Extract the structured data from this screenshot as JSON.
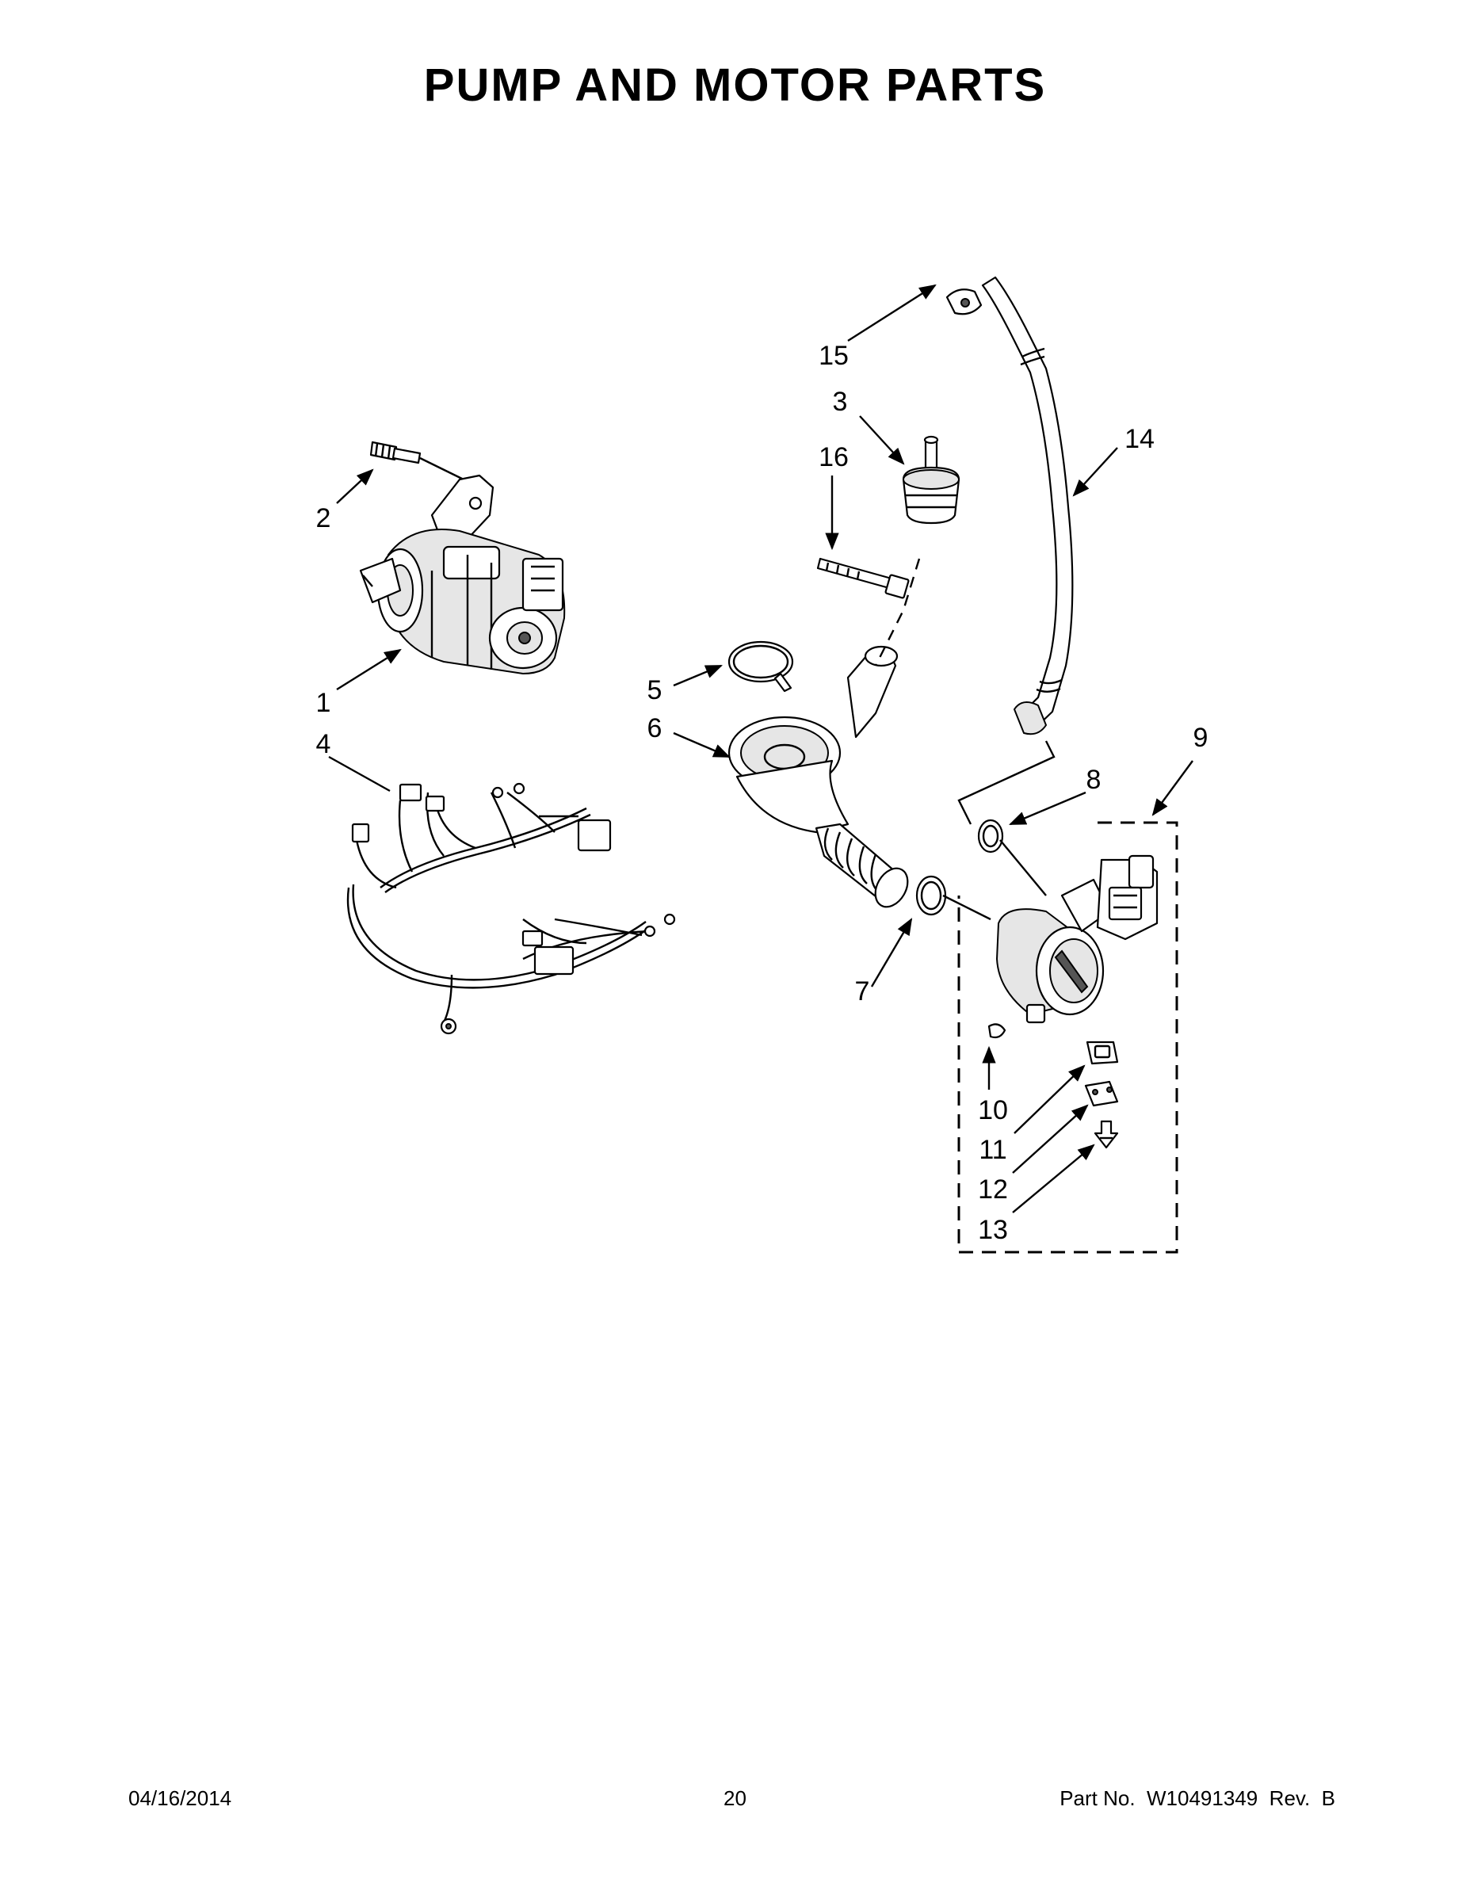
{
  "header": {
    "title": "PUMP AND MOTOR PARTS"
  },
  "callouts": [
    {
      "id": "c1",
      "label": "1"
    },
    {
      "id": "c2",
      "label": "2"
    },
    {
      "id": "c3",
      "label": "3"
    },
    {
      "id": "c4",
      "label": "4"
    },
    {
      "id": "c5",
      "label": "5"
    },
    {
      "id": "c6",
      "label": "6"
    },
    {
      "id": "c7",
      "label": "7"
    },
    {
      "id": "c8",
      "label": "8"
    },
    {
      "id": "c9",
      "label": "9"
    },
    {
      "id": "c10",
      "label": "10"
    },
    {
      "id": "c11",
      "label": "11"
    },
    {
      "id": "c12",
      "label": "12"
    },
    {
      "id": "c13",
      "label": "13"
    },
    {
      "id": "c14",
      "label": "14"
    },
    {
      "id": "c15",
      "label": "15"
    },
    {
      "id": "c16",
      "label": "16"
    }
  ],
  "footer": {
    "date": "04/16/2014",
    "page": "20",
    "part_no": "Part No.  W10491349  Rev.  B"
  }
}
